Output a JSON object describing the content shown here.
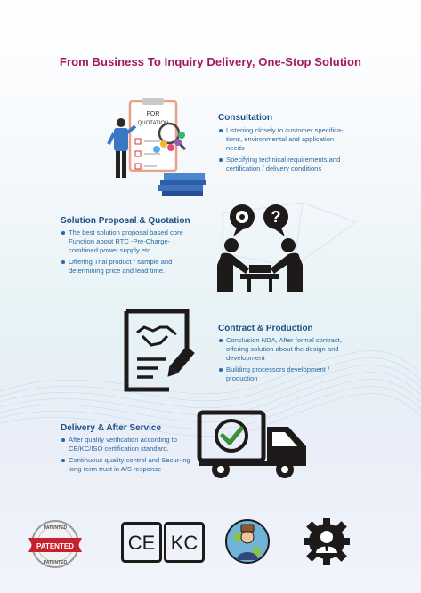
{
  "title": "From Business To Inquiry Delivery, One-Stop Solution",
  "sections": [
    {
      "heading": "Consultation",
      "bullets": [
        "Listening closely to customer specifica-tions, environmental and application needs",
        "Specifying technical requirements and certification / delivery conditions"
      ],
      "icon": "consultant-quotation-illustration"
    },
    {
      "heading": "Solution Proposal & Quotation",
      "bullets": [
        "The best solution proposal based core Function about RTC -Pre-Charge-combined power supply etc.",
        "Offering Trial product / sample and determining price and lead time."
      ],
      "icon": "discussion-icon"
    },
    {
      "heading": "Contract & Production",
      "bullets": [
        "Conclusion NDA, After formal contract, offering solution about the design and development",
        "Building processors development / production"
      ],
      "icon": "contract-handshake-icon"
    },
    {
      "heading": "Delivery & After Service",
      "bullets": [
        "After quality verification according to CE/KC/ISO certification standard.",
        "Continuous quality control and Secur-ing long-term trust in A/S response"
      ],
      "icon": "delivery-truck-icon"
    }
  ],
  "illustration": {
    "board_text_1": "FOR",
    "board_text_2": "QUOTATION"
  },
  "badges": {
    "patented_top": "PATENTED",
    "patented_ribbon": "PATENTED",
    "patented_bottom": "PATENTED",
    "ce_mark": "CE",
    "kc_mark": "KC"
  },
  "colors": {
    "title": "#a3175f",
    "heading": "#1b4f86",
    "body": "#2d6aa0",
    "icon": "#1e1a1a",
    "badge_red": "#c8202e"
  }
}
